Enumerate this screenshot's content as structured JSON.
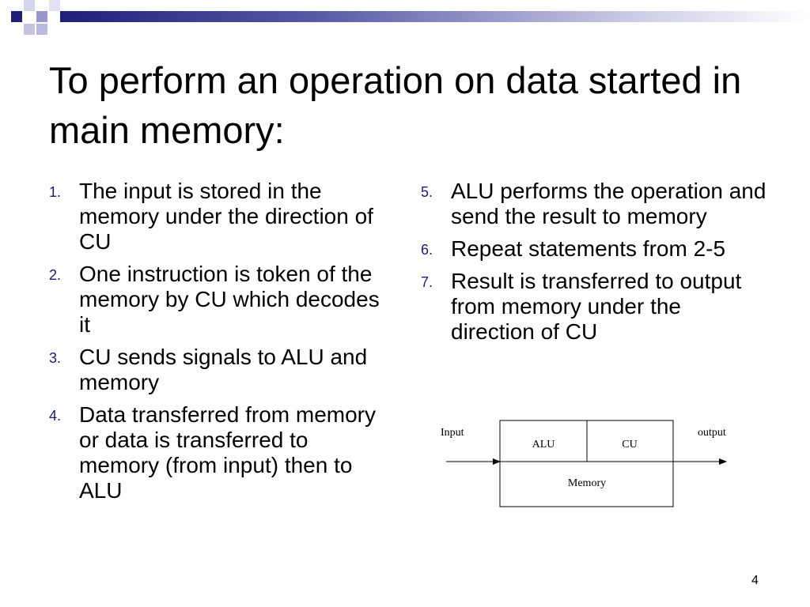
{
  "slide": {
    "title": "To perform an operation on data started in main memory:",
    "page_number": "4"
  },
  "colors": {
    "accent": "#1f1f7a",
    "number_color": "#1a1a7a"
  },
  "list_left": [
    {
      "num": "1.",
      "text": "The input is stored in the memory under the direction of CU"
    },
    {
      "num": "2.",
      "text": "One instruction is token of the memory by CU which decodes it"
    },
    {
      "num": "3.",
      "text": "CU sends signals to ALU and memory"
    },
    {
      "num": "4.",
      "text": "Data transferred from memory or data is transferred to memory (from input) then to ALU"
    }
  ],
  "list_right": [
    {
      "num": "5.",
      "text": "ALU performs the operation and send the result to memory"
    },
    {
      "num": "6.",
      "text": "Repeat statements from 2-5"
    },
    {
      "num": "7.",
      "text": "Result is transferred to output from memory under the direction of CU"
    }
  ],
  "diagram": {
    "input_label": "Input",
    "output_label": "output",
    "alu_label": "ALU",
    "cu_label": "CU",
    "memory_label": "Memory"
  }
}
